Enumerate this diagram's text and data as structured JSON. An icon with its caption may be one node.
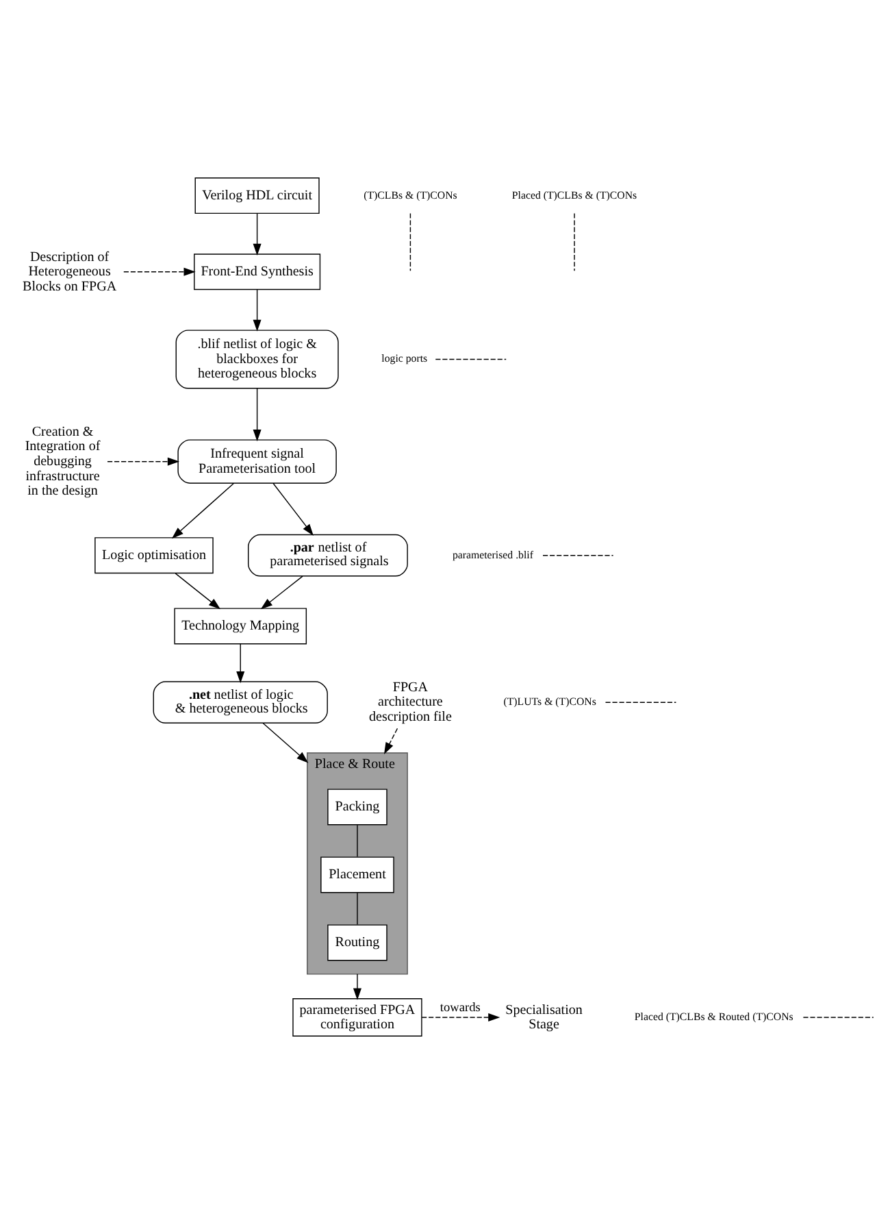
{
  "diagram": {
    "nodes": [
      {
        "text": [
          "Verilog HDL circuit"
        ]
      },
      {
        "text": [
          "Description of Heterogeneous Blocks on FPGA"
        ]
      },
      {
        "text": [
          "Front-End Synthesis"
        ]
      },
      {
        "text": [
          "logic ports"
        ]
      },
      {
        "text": [
          ".blif netlist of logic & blackboxes for heterogeneous blocks"
        ]
      },
      {
        "text": [
          "Creation & Integration of debugging infrastructure in the design"
        ]
      },
      {
        "text": [
          "Infrequent signal Parameterisation tool"
        ]
      },
      {
        "text": [
          "parameterised .blif"
        ]
      },
      {
        "text": [
          "Logic optimisation"
        ]
      },
      {
        "text": [
          "**.par** netlist of parameterised signals"
        ]
      },
      {
        "text": [
          "Technology Mapping"
        ]
      },
      {
        "text": [
          "(T)LUTs & (T)CONs"
        ]
      },
      {
        "text": [
          "**.net** netlist of logic & heterogeneous blocks"
        ]
      },
      {
        "text": [
          "Place & Route"
        ]
      },
      {
        "text": [
          "Packing"
        ],
        "in": 13
      },
      {
        "text": [
          "Placement"
        ],
        "in": 13
      },
      {
        "text": [
          "Routing"
        ],
        "in": 13
      },
      {
        "text": [
          "FPGA architecture description file"
        ]
      },
      {
        "text": [
          "(T)CLBs & (T)CONs"
        ]
      },
      {
        "text": [
          "Placed (T)CLBs & (T)CONs"
        ]
      },
      {
        "text": [
          "Placed (T)CLBs & Routed (T)CONs"
        ]
      },
      {
        "text": [
          "parameterised FPGA configuration"
        ]
      },
      {
        "text": [
          "Specialisation Stage"
        ]
      }
    ],
    "edges": [
      {
        "from": 0,
        "to": 2,
        "arrow": "to"
      },
      {
        "from": 1,
        "to": 2,
        "arrow": "to",
        "style": "dashed"
      },
      {
        "from": 2,
        "to": 4,
        "arrow": "to"
      },
      {
        "from": 3,
        "to": null,
        "arrow": "none",
        "style": "dashed"
      },
      {
        "from": 4,
        "to": 6,
        "arrow": "to"
      },
      {
        "from": 5,
        "to": 6,
        "arrow": "to",
        "style": "dashed"
      },
      {
        "from": 6,
        "to": 8,
        "arrow": "to"
      },
      {
        "from": 6,
        "to": 9,
        "arrow": "to"
      },
      {
        "from": 7,
        "to": null,
        "arrow": "none",
        "style": "dashed"
      },
      {
        "from": 8,
        "to": 10,
        "arrow": "to"
      },
      {
        "from": 9,
        "to": 10,
        "arrow": "to"
      },
      {
        "from": 11,
        "to": null,
        "arrow": "none",
        "style": "dashed"
      },
      {
        "from": 10,
        "to": 12,
        "arrow": "to"
      },
      {
        "from": 12,
        "to": 13,
        "arrow": "to"
      },
      {
        "from": 17,
        "to": 13,
        "arrow": "to",
        "style": "dashed"
      },
      {
        "from": 14,
        "to": 15,
        "arrow": "none"
      },
      {
        "from": 18,
        "to": null,
        "arrow": "none",
        "style": "dashed"
      },
      {
        "from": 15,
        "to": 16,
        "arrow": "none"
      },
      {
        "from": 19,
        "to": null,
        "arrow": "none",
        "style": "dashed"
      },
      {
        "from": 13,
        "to": 21,
        "arrow": "to"
      },
      {
        "from": 20,
        "to": null,
        "arrow": "none",
        "style": "dashed"
      },
      {
        "from": 21,
        "to": 22,
        "arrow": "to",
        "style": "dashed",
        "label": "towards"
      }
    ]
  }
}
